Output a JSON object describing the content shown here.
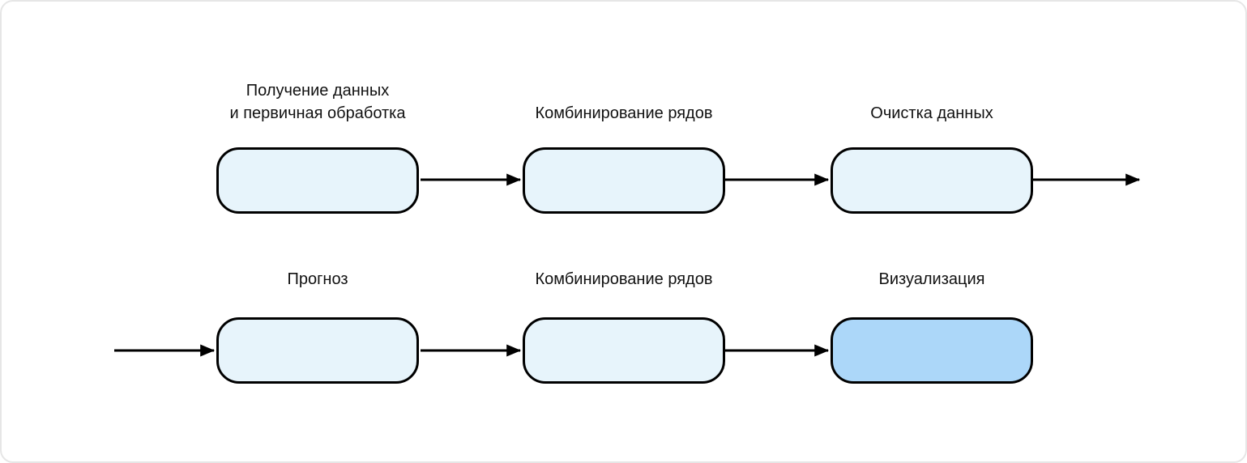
{
  "canvas": {
    "background": "#ffffff",
    "border_color": "#e6e6e6"
  },
  "colors": {
    "node_fill": "#e7f4fb",
    "node_fill_highlight": "#acd7f9",
    "node_border": "#000000",
    "arrow": "#000000",
    "label_text": "#111111"
  },
  "flow": {
    "rows": [
      {
        "steps": [
          {
            "label": "Получение данных\nи первичная обработка",
            "highlighted": false
          },
          {
            "label": "Комбинирование рядов",
            "highlighted": false
          },
          {
            "label": "Очистка данных",
            "highlighted": false
          }
        ]
      },
      {
        "steps": [
          {
            "label": "Прогноз",
            "highlighted": false
          },
          {
            "label": "Комбинирование рядов",
            "highlighted": false
          },
          {
            "label": "Визуализация",
            "highlighted": true
          }
        ]
      }
    ]
  }
}
